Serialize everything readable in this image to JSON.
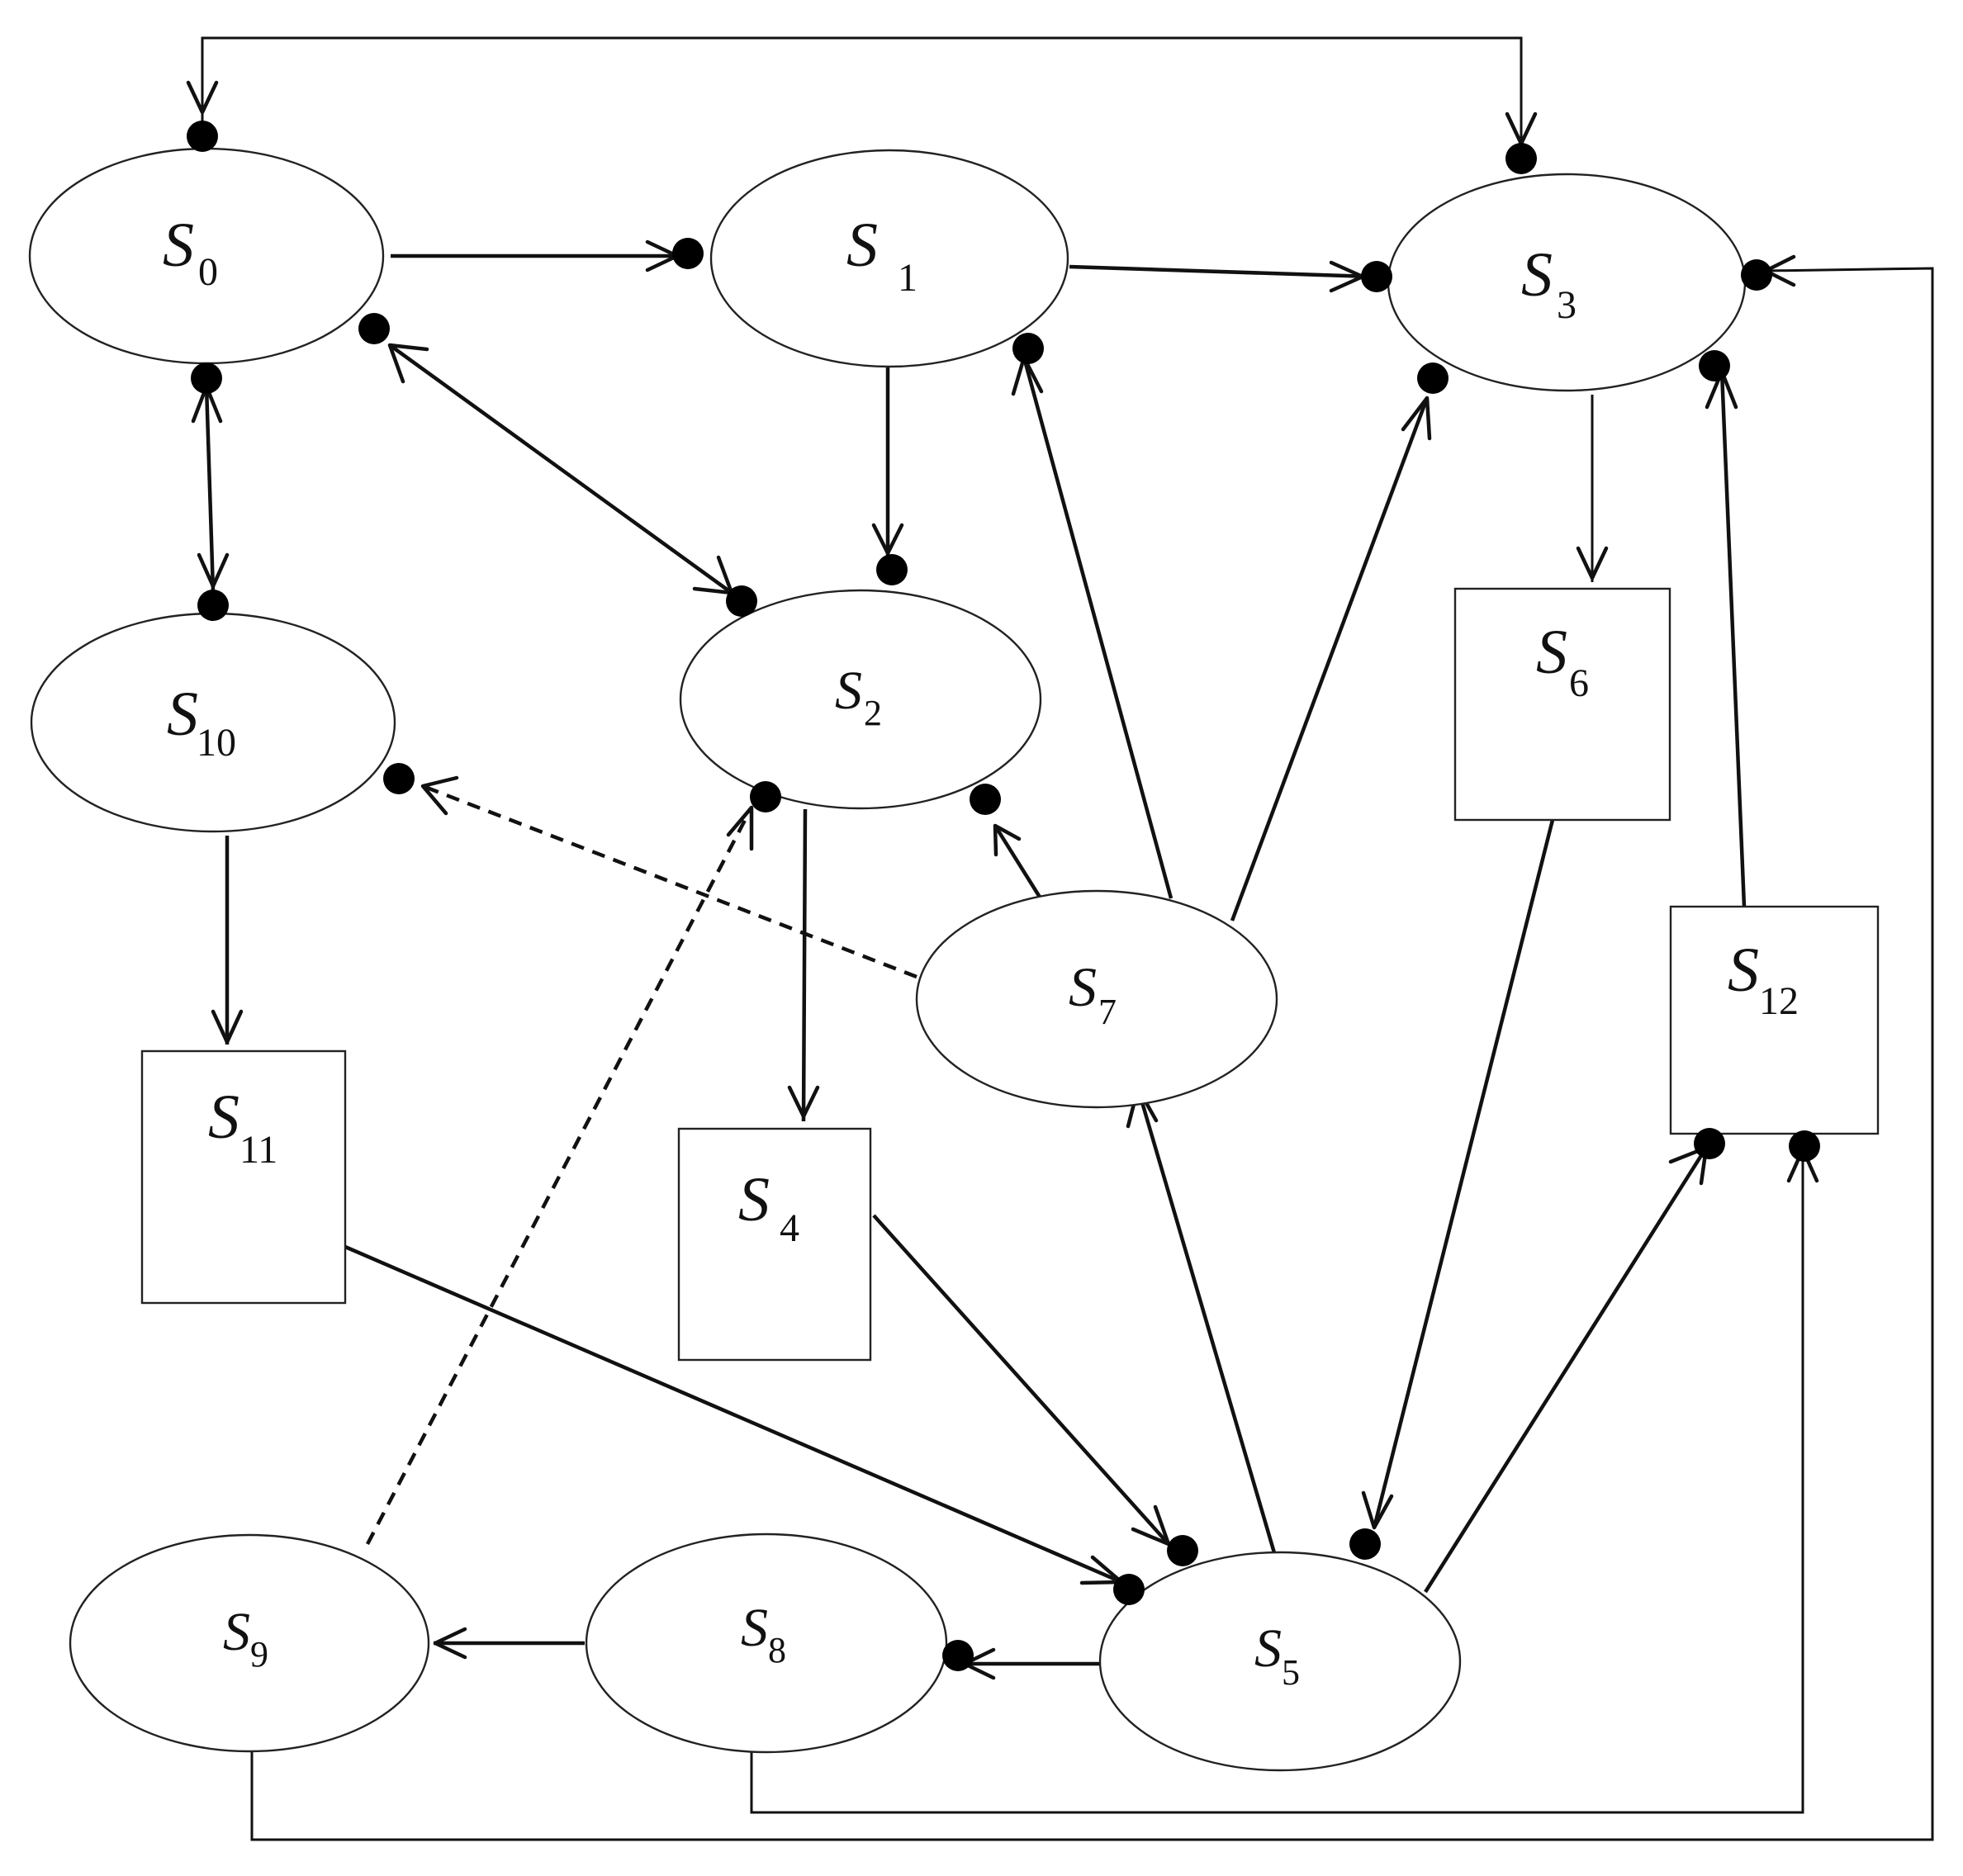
{
  "diagram": {
    "nodes": [
      {
        "id": "S0",
        "shape": "ellipse",
        "label": "S",
        "sub": "0"
      },
      {
        "id": "S1",
        "shape": "ellipse",
        "label": "S",
        "sub": "1"
      },
      {
        "id": "S2",
        "shape": "ellipse",
        "label": "S",
        "sub": "2"
      },
      {
        "id": "S3",
        "shape": "ellipse",
        "label": "S",
        "sub": "3"
      },
      {
        "id": "S4",
        "shape": "rect",
        "label": "S",
        "sub": "4"
      },
      {
        "id": "S5",
        "shape": "ellipse",
        "label": "S",
        "sub": "5"
      },
      {
        "id": "S6",
        "shape": "rect",
        "label": "S",
        "sub": "6"
      },
      {
        "id": "S7",
        "shape": "ellipse",
        "label": "S",
        "sub": "7"
      },
      {
        "id": "S8",
        "shape": "ellipse",
        "label": "S",
        "sub": "8"
      },
      {
        "id": "S9",
        "shape": "ellipse",
        "label": "S",
        "sub": "9"
      },
      {
        "id": "S10",
        "shape": "ellipse",
        "label": "S",
        "sub": "10"
      },
      {
        "id": "S11",
        "shape": "rect",
        "label": "S",
        "sub": "11"
      },
      {
        "id": "S12",
        "shape": "rect",
        "label": "S",
        "sub": "12"
      }
    ],
    "edges": [
      {
        "from": "S0",
        "to": "S1",
        "style": "solid"
      },
      {
        "from": "S0",
        "to": "S3",
        "style": "solid",
        "bidirectional": true
      },
      {
        "from": "S0",
        "to": "S2",
        "style": "solid",
        "bidirectional": true
      },
      {
        "from": "S0",
        "to": "S10",
        "style": "solid",
        "bidirectional": true
      },
      {
        "from": "S1",
        "to": "S3",
        "style": "solid"
      },
      {
        "from": "S1",
        "to": "S2",
        "style": "solid"
      },
      {
        "from": "S2",
        "to": "S4",
        "style": "solid"
      },
      {
        "from": "S3",
        "to": "S6",
        "style": "solid"
      },
      {
        "from": "S4",
        "to": "S5",
        "style": "solid"
      },
      {
        "from": "S5",
        "to": "S7",
        "style": "solid"
      },
      {
        "from": "S5",
        "to": "S8",
        "style": "solid"
      },
      {
        "from": "S5",
        "to": "S12",
        "style": "solid"
      },
      {
        "from": "S6",
        "to": "S5",
        "style": "solid"
      },
      {
        "from": "S7",
        "to": "S1",
        "style": "solid"
      },
      {
        "from": "S7",
        "to": "S2",
        "style": "solid"
      },
      {
        "from": "S7",
        "to": "S3",
        "style": "solid"
      },
      {
        "from": "S7",
        "to": "S10",
        "style": "dashed"
      },
      {
        "from": "S8",
        "to": "S9",
        "style": "solid"
      },
      {
        "from": "S8",
        "to": "S12",
        "style": "solid"
      },
      {
        "from": "S9",
        "to": "S2",
        "style": "dashed"
      },
      {
        "from": "S9",
        "to": "S3",
        "style": "solid"
      },
      {
        "from": "S10",
        "to": "S11",
        "style": "solid"
      },
      {
        "from": "S11",
        "to": "S5",
        "style": "solid"
      },
      {
        "from": "S12",
        "to": "S3",
        "style": "solid"
      }
    ]
  }
}
